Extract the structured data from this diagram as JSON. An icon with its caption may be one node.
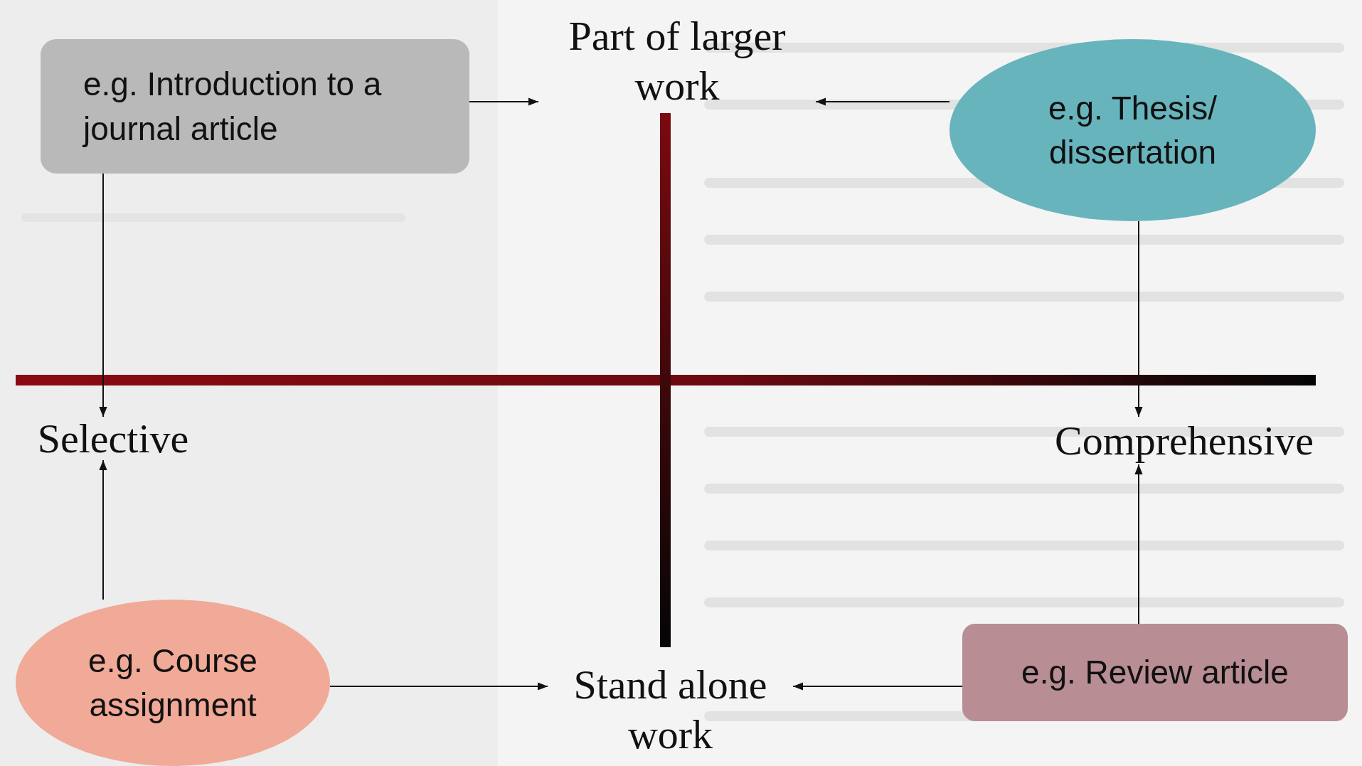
{
  "diagram": {
    "nodes": [
      {
        "text": [
          "e.g. Introduction to a journal article"
        ]
      },
      {
        "text": [
          "Part of larger work"
        ]
      },
      {
        "text": [
          "e.g. Thesis/ dissertation"
        ]
      },
      {
        "text": [
          "Selective"
        ]
      },
      {
        "text": [
          "Comprehensive"
        ]
      },
      {
        "text": [
          "e.g. Course assignment"
        ]
      },
      {
        "text": [
          "Stand alone work"
        ]
      },
      {
        "text": [
          "e.g. Review article"
        ]
      }
    ],
    "edges": [
      {
        "from": 0,
        "to": 1,
        "arrow": "to"
      },
      {
        "from": 2,
        "to": 1,
        "arrow": "to"
      },
      {
        "from": 0,
        "to": 3,
        "arrow": "to"
      },
      {
        "from": 2,
        "to": 4,
        "arrow": "to"
      },
      {
        "from": 5,
        "to": 3,
        "arrow": "to"
      },
      {
        "from": 7,
        "to": 4,
        "arrow": "to"
      },
      {
        "from": 5,
        "to": 6,
        "arrow": "to"
      },
      {
        "from": 7,
        "to": 6,
        "arrow": "to"
      }
    ]
  }
}
